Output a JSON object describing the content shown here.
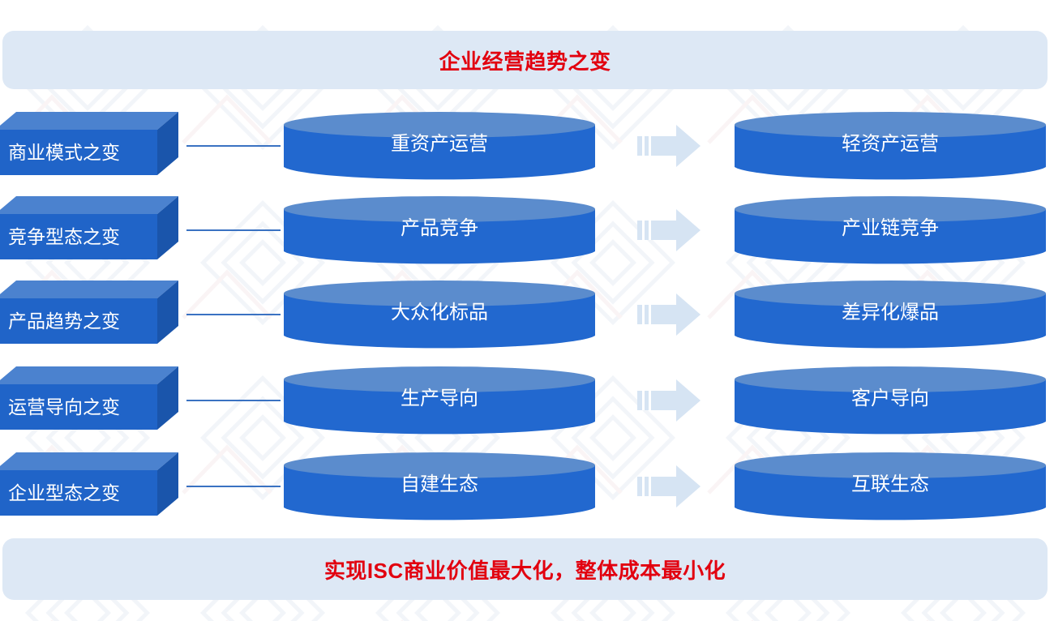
{
  "title_banner": {
    "text": "企业经营趋势之变",
    "color": "#e2000f",
    "background": "#dde8f5"
  },
  "footer_banner": {
    "text": "实现ISC商业价值最大化，整体成本最小化",
    "color": "#e2000f",
    "background": "#dde8f5"
  },
  "palette": {
    "cylinder_body": "#2268cf",
    "cylinder_top": "#5b8ccd",
    "box_front": "#2064c8",
    "box_top": "#4b82cf",
    "box_side": "#1a55ab",
    "connector_line": "#3a72c2",
    "arrow_fill": "#d6e4f3",
    "banner_bg": "#dde8f5",
    "accent_red": "#e2000f",
    "label_text": "#ffffff"
  },
  "icons": {
    "arrow": "right-arrow-icon",
    "connector": "connector-line-icon"
  },
  "rows": [
    {
      "category": "商业模式之变",
      "from": "重资产运营",
      "to": "轻资产运营"
    },
    {
      "category": "竞争型态之变",
      "from": "产品竞争",
      "to": "产业链竞争"
    },
    {
      "category": "产品趋势之变",
      "from": "大众化标品",
      "to": "差异化爆品"
    },
    {
      "category": "运营导向之变",
      "from": "生产导向",
      "to": "客户导向"
    },
    {
      "category": "企业型态之变",
      "from": "自建生态",
      "to": "互联生态"
    }
  ]
}
